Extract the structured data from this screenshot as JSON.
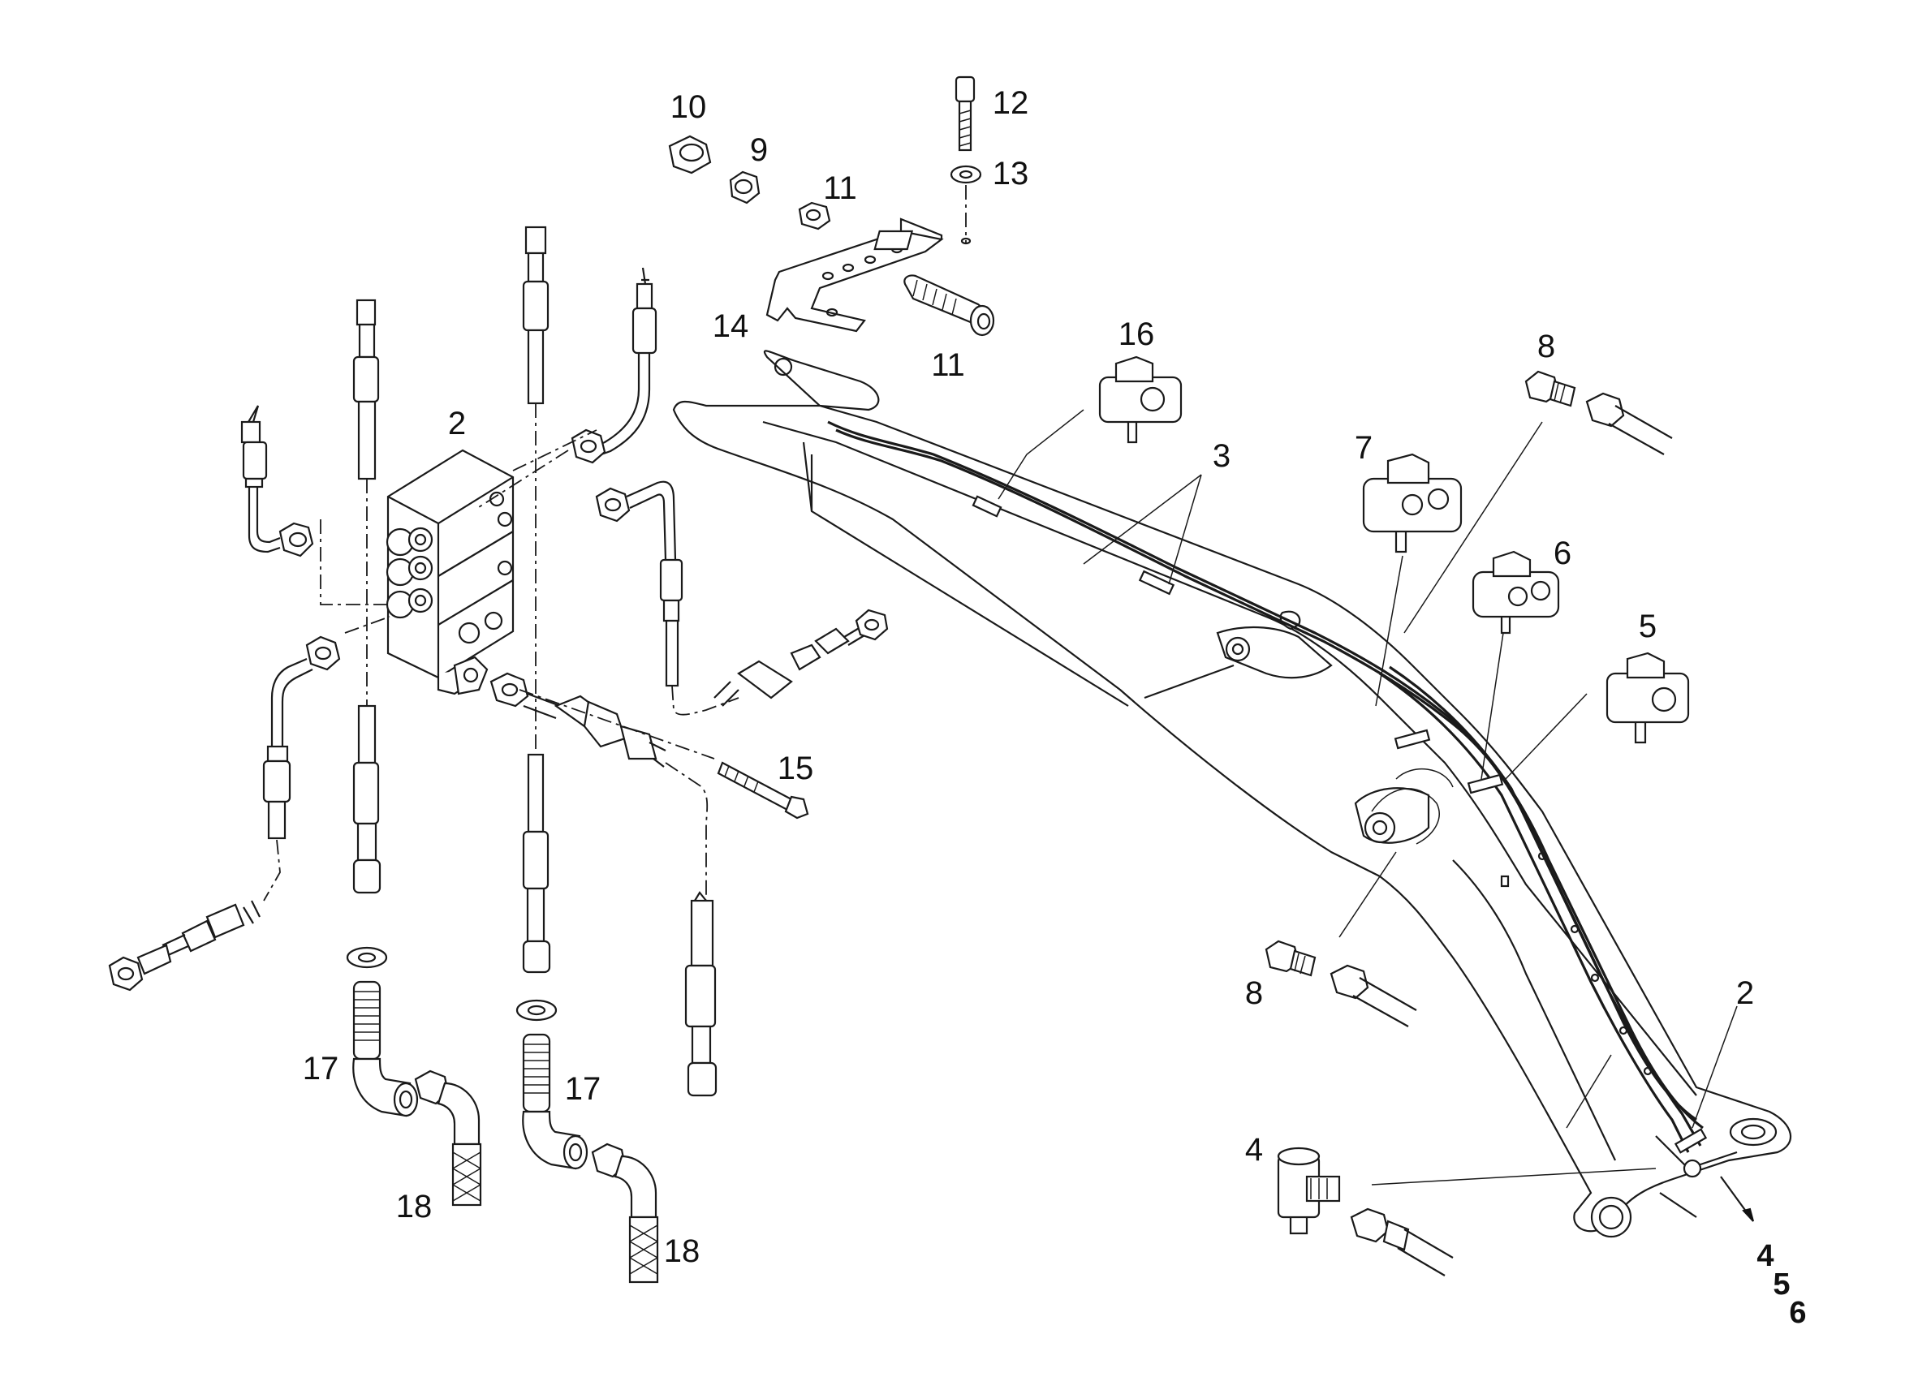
{
  "diagram": {
    "callouts": [
      {
        "id": "c10",
        "text": "10"
      },
      {
        "id": "c9",
        "text": "9"
      },
      {
        "id": "c12",
        "text": "12"
      },
      {
        "id": "c13",
        "text": "13"
      },
      {
        "id": "c11a",
        "text": "11"
      },
      {
        "id": "c14",
        "text": "14"
      },
      {
        "id": "c11b",
        "text": "11"
      },
      {
        "id": "c16",
        "text": "16"
      },
      {
        "id": "c8a",
        "text": "8"
      },
      {
        "id": "c2a",
        "text": "2"
      },
      {
        "id": "c3",
        "text": "3"
      },
      {
        "id": "c7",
        "text": "7"
      },
      {
        "id": "c6",
        "text": "6"
      },
      {
        "id": "c5",
        "text": "5"
      },
      {
        "id": "c15",
        "text": "15"
      },
      {
        "id": "c8b",
        "text": "8"
      },
      {
        "id": "c2b",
        "text": "2"
      },
      {
        "id": "c17a",
        "text": "17"
      },
      {
        "id": "c17b",
        "text": "17"
      },
      {
        "id": "c4",
        "text": "4"
      },
      {
        "id": "c18a",
        "text": "18"
      },
      {
        "id": "c18b",
        "text": "18"
      }
    ],
    "arrow_refs": [
      {
        "id": "r4",
        "text": "4"
      },
      {
        "id": "r5",
        "text": "5"
      },
      {
        "id": "r6",
        "text": "6"
      }
    ]
  }
}
